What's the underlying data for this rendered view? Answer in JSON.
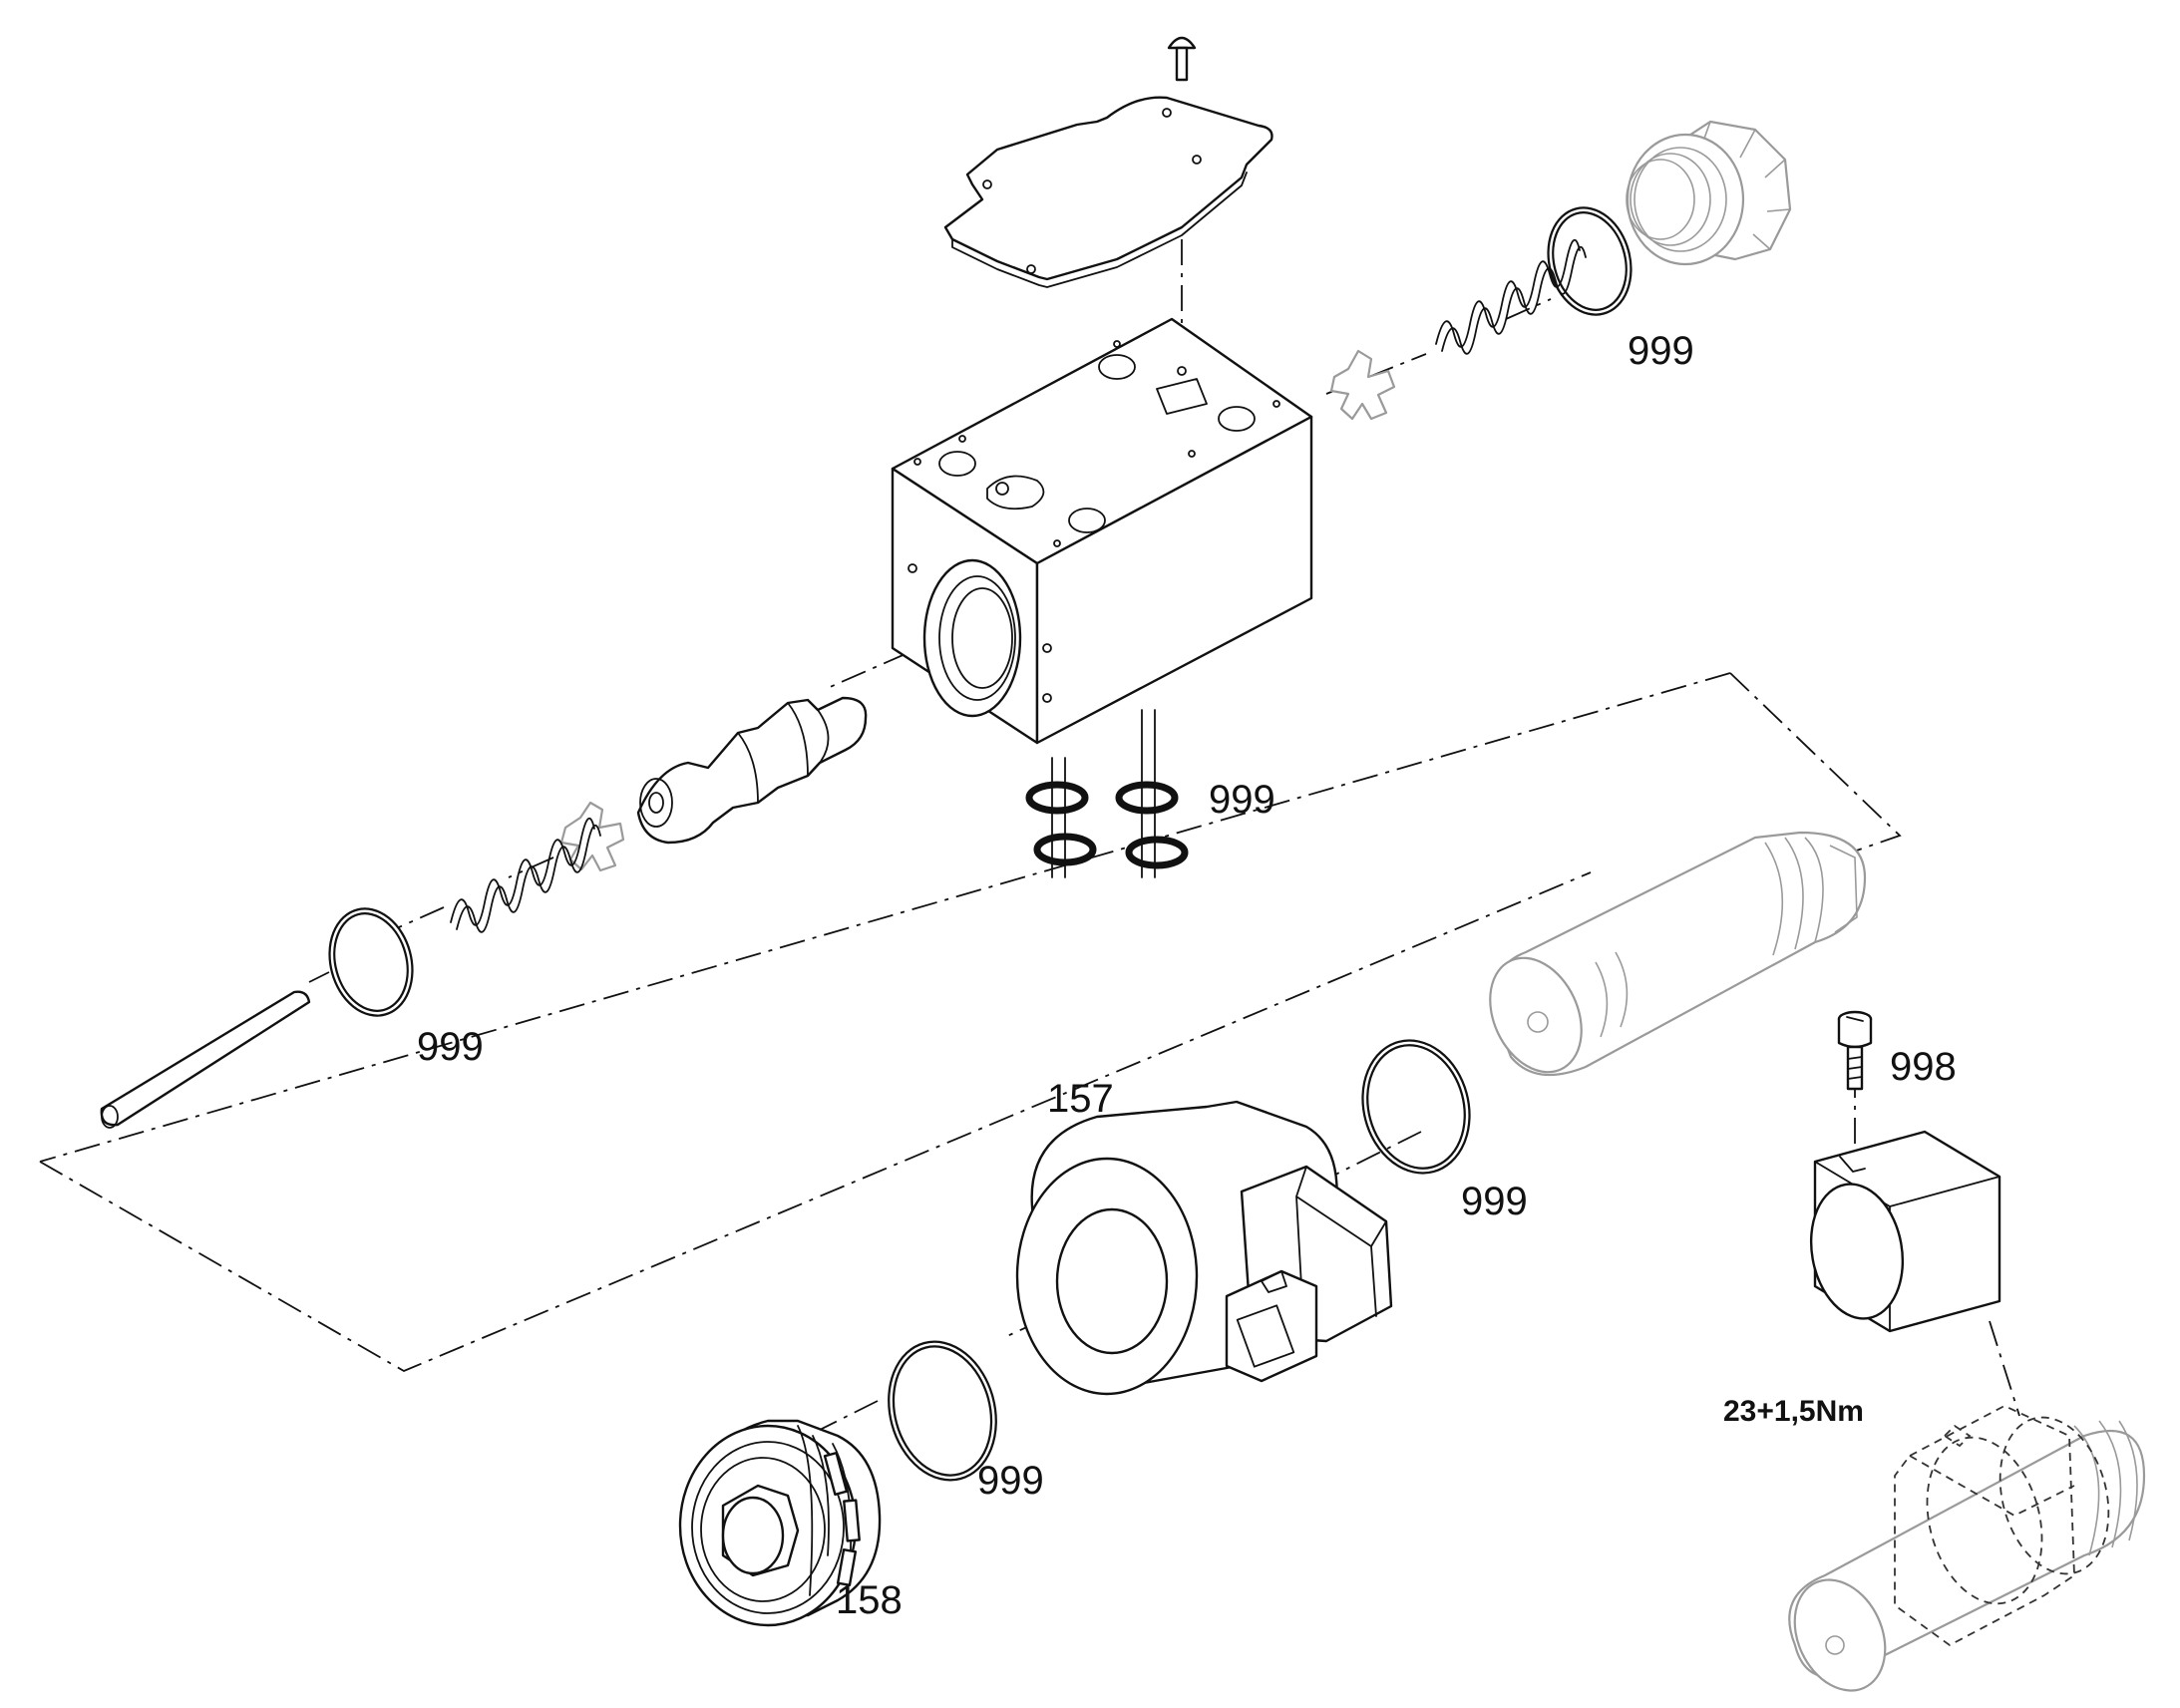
{
  "labels": {
    "oring_top_right": "999",
    "seals_block_bottom": "999",
    "oring_left": "999",
    "coil_number": "157",
    "oring_right_of_coil": "999",
    "oring_before_nut": "999",
    "nut_number": "158",
    "screw_number": "998",
    "torque_spec": "23+1,5Nm"
  }
}
